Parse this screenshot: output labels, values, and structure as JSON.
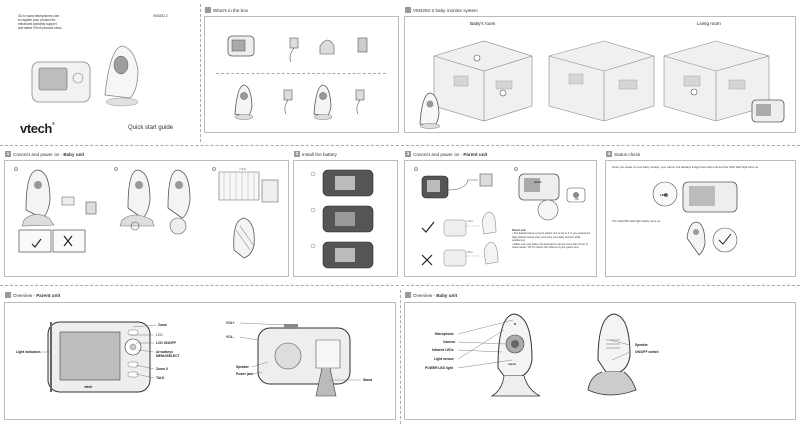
{
  "cover": {
    "intro_lines": [
      "Go to www.vtechphones.com",
      "to register your product for",
      "enhanced warranty support",
      "and latest VTech product news."
    ],
    "model": "VM3252-2",
    "brand": "vtech",
    "brand_mark": "®",
    "guide_title": "Quick start guide"
  },
  "box": {
    "num": "",
    "title": "What's in the box"
  },
  "system": {
    "num": "",
    "title": "VM3252-2 baby monitor system",
    "babys_room": "Baby's room",
    "living_room": "Living room"
  },
  "s1": {
    "num": "1",
    "title_pre": "Connect and power on - ",
    "title_bold": "Baby unit"
  },
  "s2": {
    "num": "2",
    "title": "Install the battery"
  },
  "s3": {
    "num": "3",
    "title_pre": "Connect and power on - ",
    "title_bold": "Parent unit"
  },
  "s4": {
    "num": "4",
    "title": "Status check",
    "line1": "Once you power on your baby monitor, your parent unit displays image from baby unit and the LINK LED light turns on.",
    "line2": "The ON/LINK LED light slowly turns on.",
    "link_label": "LINK"
  },
  "s3_notes": {
    "title": "Parent unit",
    "items": [
      "The default volume of your parent unit is set to 4. If you experience high pitched noises stay more from your baby monitor while positioning.",
      "Make sure your baby unit and parent unit are more than 3 feet (1 meter) apart. OK To ensure the volume of your parent unit."
    ]
  },
  "ov_parent": {
    "num": "",
    "title_pre": "Overview - ",
    "title_bold": "Parent unit",
    "left_labels": [
      "Light indicators"
    ],
    "right_labels": [
      "Zoom",
      "LCD",
      "LCD ON/OFF",
      "Arrowkeys MENU/SELECT",
      "Zoom II",
      "TALK"
    ],
    "back_labels": [
      "VOL+",
      "VOL-",
      "Speaker",
      "Power jack",
      "Stand"
    ]
  },
  "ov_baby": {
    "num": "",
    "title_pre": "Overview - ",
    "title_bold": "Baby unit",
    "left_labels": [
      "Microphone",
      "Camera",
      "Infrared LEDs",
      "Light sensor",
      "POWER LED light"
    ],
    "right_labels": [
      "Speaker",
      "ON/OFF switch"
    ],
    "device_brand": "vtech"
  },
  "misc": {
    "distance": "< 3 m",
    "ok": "OK",
    "cam_brand": "vtech"
  }
}
